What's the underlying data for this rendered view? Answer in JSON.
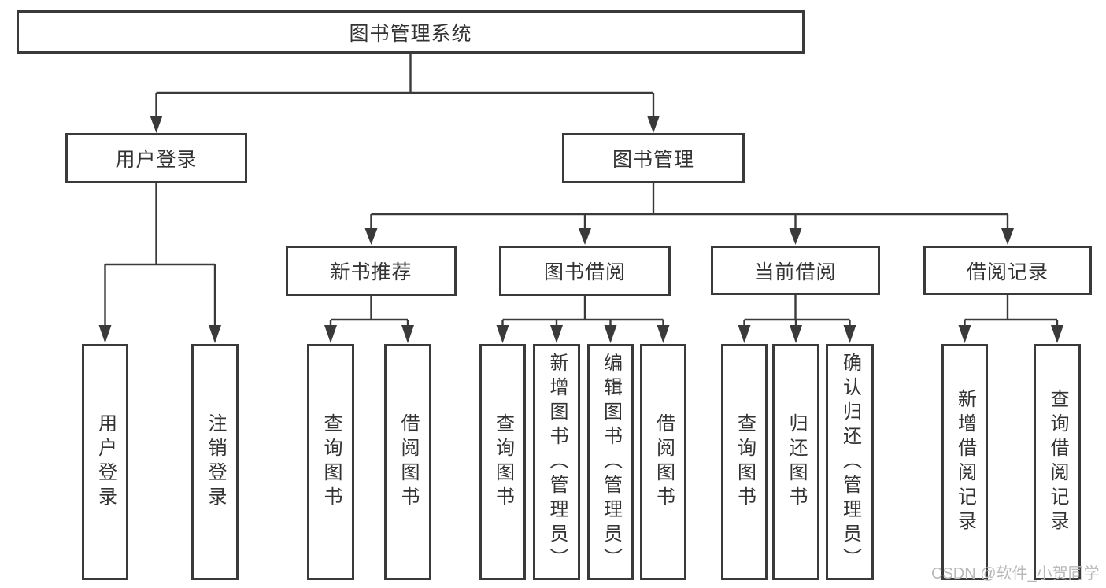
{
  "diagram": {
    "watermark": "CSDN @软件_小贺同学",
    "colors": {
      "line": "#3a3a3a",
      "text": "#333333",
      "watermark": "#b9b9b9",
      "background": "#ffffff"
    },
    "tree": {
      "label": "图书管理系统",
      "children": [
        {
          "label": "用户登录",
          "children": [
            {
              "label": "用户登录"
            },
            {
              "label": "注销登录"
            }
          ]
        },
        {
          "label": "图书管理",
          "children": [
            {
              "label": "新书推荐",
              "children": [
                {
                  "label": "查询图书"
                },
                {
                  "label": "借阅图书"
                }
              ]
            },
            {
              "label": "图书借阅",
              "children": [
                {
                  "label": "查询图书"
                },
                {
                  "label": "新增图书（管理员）"
                },
                {
                  "label": "编辑图书（管理员）"
                },
                {
                  "label": "借阅图书"
                }
              ]
            },
            {
              "label": "当前借阅",
              "children": [
                {
                  "label": "查询图书"
                },
                {
                  "label": "归还图书"
                },
                {
                  "label": "确认归还（管理员）"
                }
              ]
            },
            {
              "label": "借阅记录",
              "children": [
                {
                  "label": "新增借阅记录"
                },
                {
                  "label": "查询借阅记录"
                }
              ]
            }
          ]
        }
      ]
    }
  }
}
